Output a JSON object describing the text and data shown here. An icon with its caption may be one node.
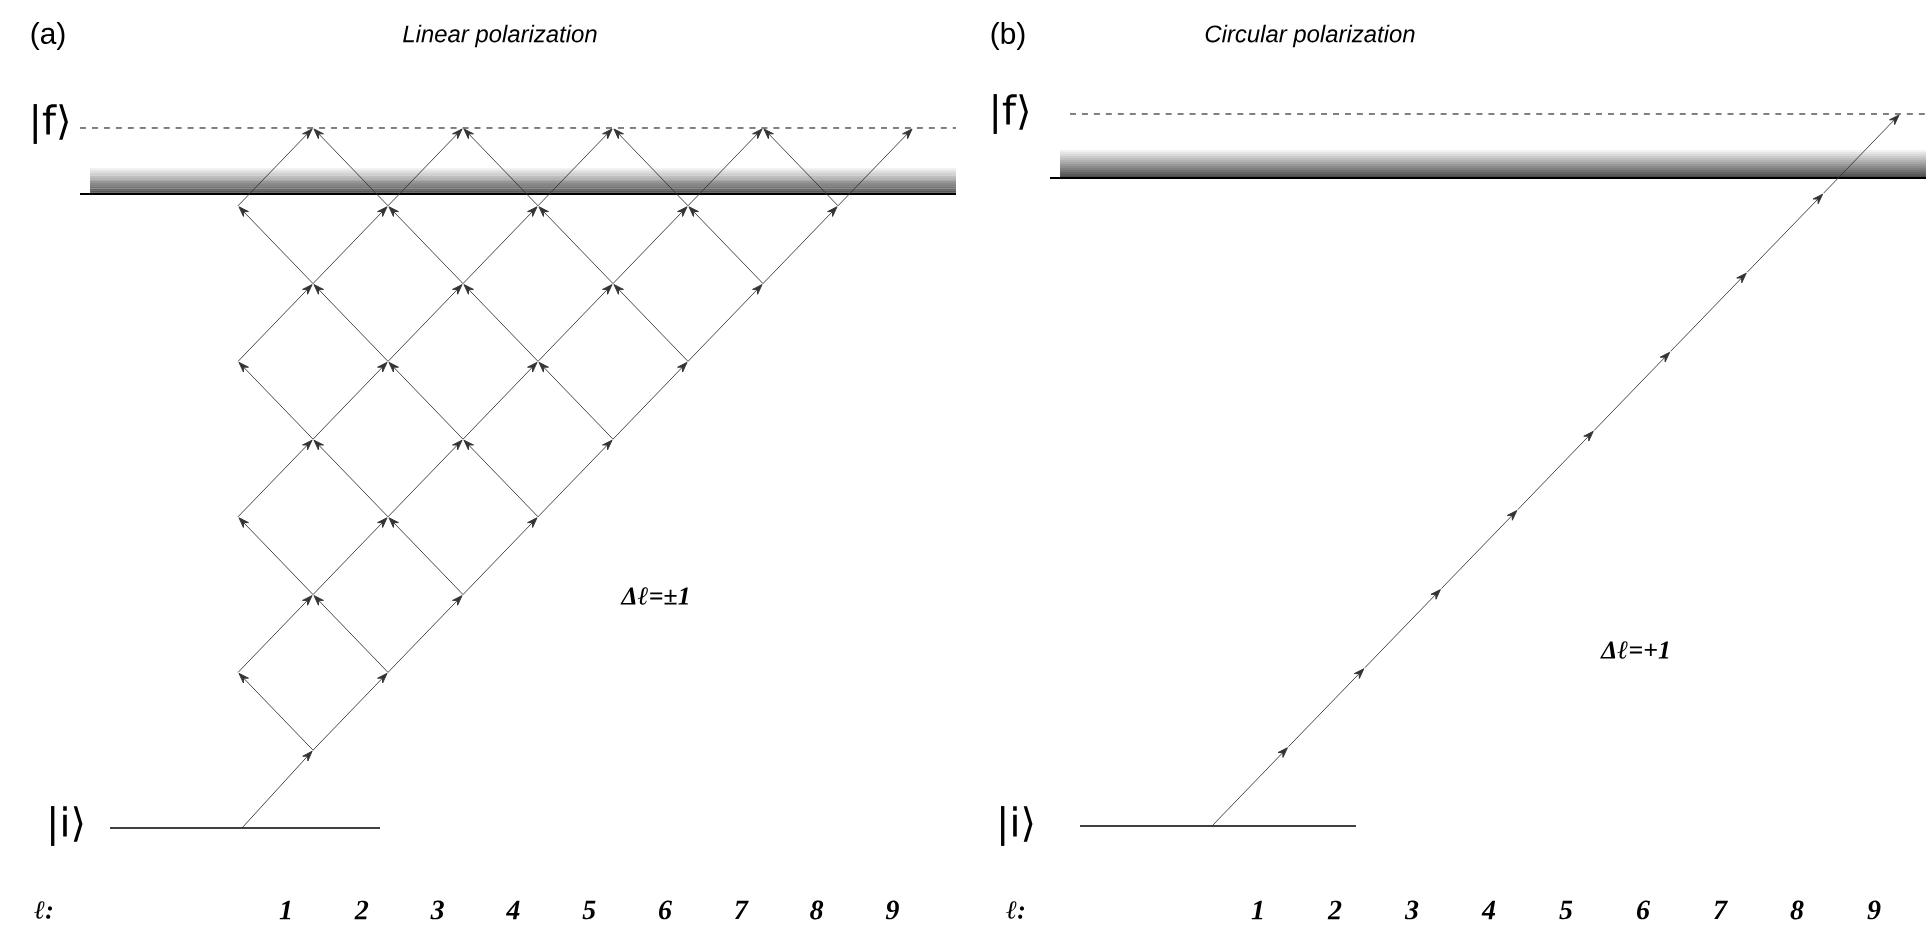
{
  "diagram": {
    "labels": [
      "(a)",
      "Linear polarization",
      "|f⟩",
      "Δℓ=±1",
      "|i⟩",
      "ℓ:",
      "1",
      "2",
      "3",
      "4",
      "5",
      "6",
      "7",
      "8",
      "9",
      "(b)",
      "Circular polarization",
      "|f⟩",
      "Δℓ=+1",
      "|i⟩",
      "ℓ:",
      "1",
      "2",
      "3",
      "4",
      "5",
      "6",
      "7",
      "8",
      "9"
    ]
  }
}
